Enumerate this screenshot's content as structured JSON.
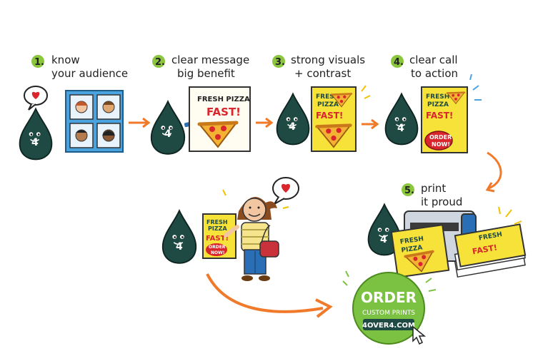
{
  "steps": [
    {
      "number": "1.",
      "line1": "know",
      "line2": "your audience"
    },
    {
      "number": "2.",
      "line1": "clear message",
      "line2": "big benefit"
    },
    {
      "number": "3.",
      "line1": "strong visuals",
      "line2": "+ contrast"
    },
    {
      "number": "4.",
      "line1": "clear call",
      "line2": "to action"
    },
    {
      "number": "5.",
      "line1": "print",
      "line2": "it proud"
    }
  ],
  "mascot_label": "4",
  "flyer": {
    "line1": "FRESH PIZZA",
    "fresh": "FRESH",
    "pizza": "PIZZA",
    "fast": "FAST!",
    "order": "ORDER",
    "now": "NOW!"
  },
  "cta": {
    "line1": "ORDER",
    "line2": "CUSTOM PRINTS",
    "url": "4OVER4.COM"
  },
  "colors": {
    "mascot": "#1f4a43",
    "step_badge": "#8cc63f",
    "arrow": "#f07a2a",
    "flyer_yellow": "#f7e23a",
    "cta_green": "#7cc242",
    "order_red": "#d8262c"
  }
}
